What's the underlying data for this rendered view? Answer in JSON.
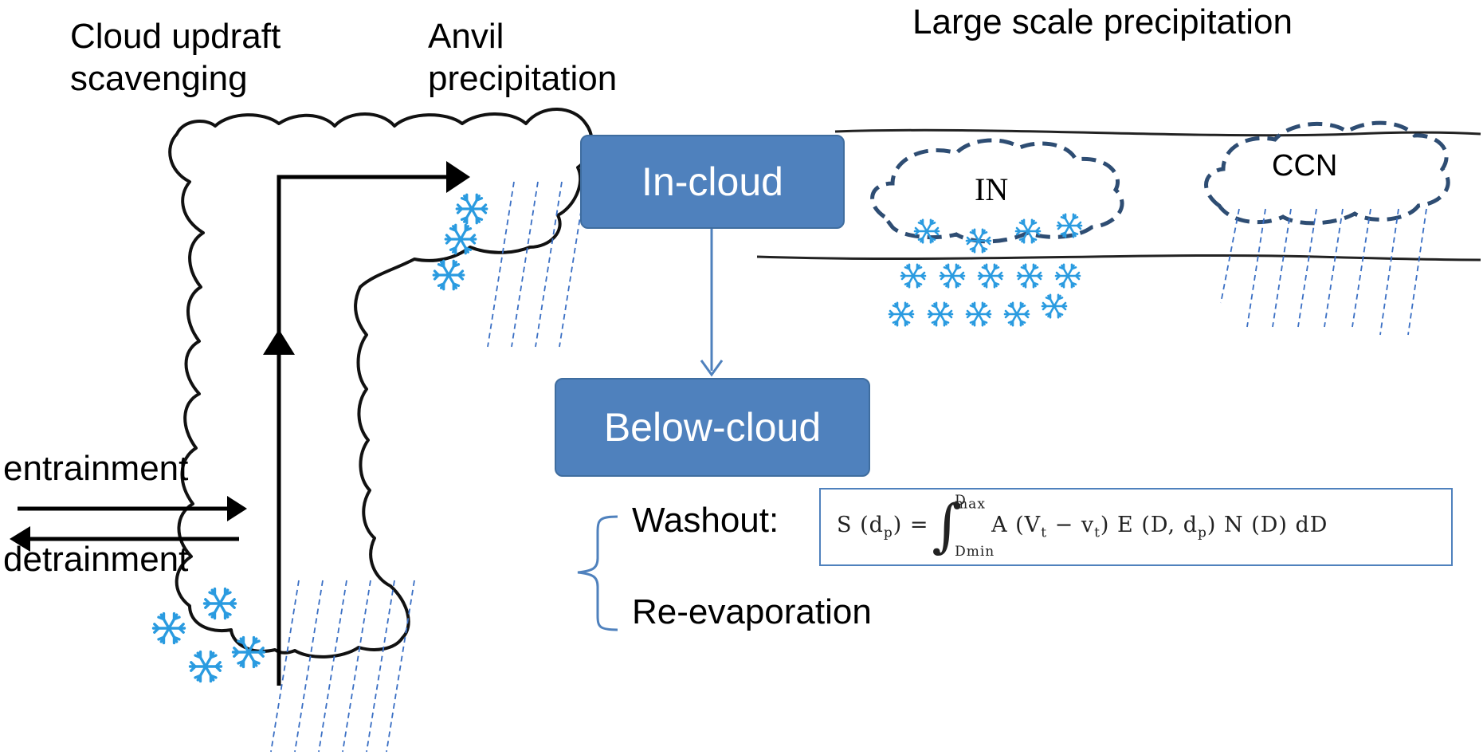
{
  "labels": {
    "cloud_updraft": [
      "Cloud updraft",
      "scavenging"
    ],
    "anvil": [
      "Anvil",
      "precipitation"
    ],
    "large_scale": "Large scale precipitation",
    "entrainment": "entrainment",
    "detrainment": "detrainment",
    "in_nuclei": "IN",
    "ccn": "CCN",
    "washout": "Washout:",
    "reevaporation": "Re-evaporation"
  },
  "boxes": {
    "in_cloud": "In-cloud",
    "below_cloud": "Below-cloud"
  },
  "formula": {
    "lhs": "S (d",
    "lhs_sub": "p",
    "lhs_close": ") =",
    "upper_limit": "D",
    "upper_limit_sub": "max",
    "lower_limit": "Dmin",
    "integrand": "A (V",
    "integrand_sub1": "t",
    "integrand_mid": " − v",
    "integrand_sub2": "t",
    "integrand_rest": ") E (D, d",
    "integrand_sub3": "p",
    "integrand_end": ") N (D) dD"
  },
  "colors": {
    "box_fill": "#4f81bd",
    "dashed_cloud": "#2e4d73",
    "rain": "#3a6fc4",
    "snowflake": "#2a9be0",
    "arrow": "#4f81bd"
  }
}
